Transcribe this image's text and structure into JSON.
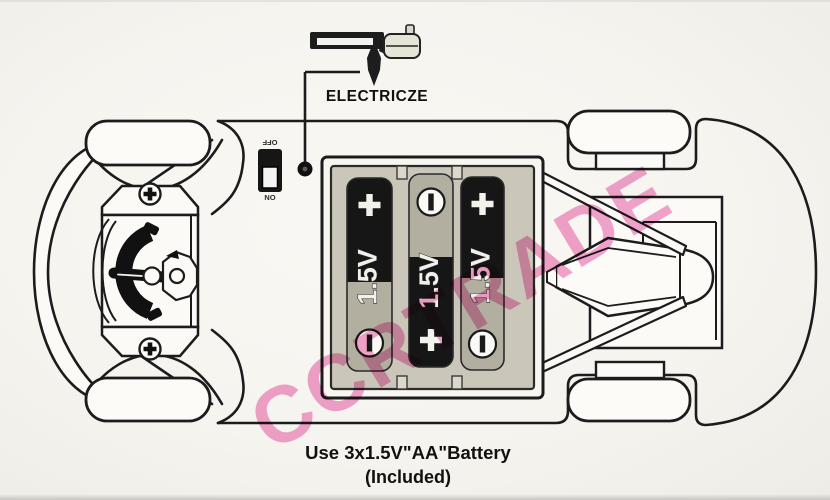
{
  "diagram": {
    "connector_label": "ELECTRICZE",
    "switch": {
      "off": "OFF",
      "on": "ON"
    },
    "batteries": [
      {
        "voltage": "1.5V",
        "polarity_top": "+",
        "polarity_bottom": "−"
      },
      {
        "voltage": "1.5V",
        "polarity_top": "−",
        "polarity_bottom": "+"
      },
      {
        "voltage": "1.5V",
        "polarity_top": "+",
        "polarity_bottom": "−"
      }
    ],
    "caption": {
      "line1": "Use 3x1.5V\"AA\"Battery",
      "line2": "(Included)"
    },
    "watermark": "CCRTRADE",
    "icons": {
      "screwdriver_tool": "screwdriver-with-handle",
      "screw": "+",
      "plus_terminal": "+",
      "minus_terminal": "−",
      "contact_dot": "●"
    },
    "colors": {
      "line": "#1c1c1c",
      "paper": "#f6f4ef",
      "watermark_pink": "#f294c7",
      "battery_black": "#161616",
      "battery_gray": "#b2afa1",
      "tray_gray": "#cac7ba",
      "handle_gray": "#e6e3d7"
    }
  }
}
